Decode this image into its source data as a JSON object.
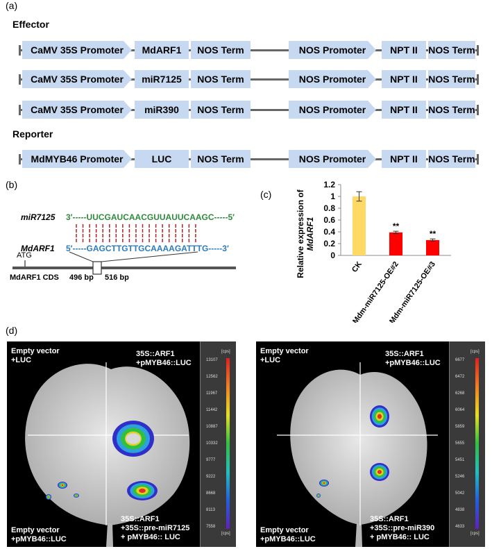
{
  "panels": {
    "a": "(a)",
    "b": "(b)",
    "c": "(c)",
    "d": "(d)"
  },
  "constructs": {
    "effector_label": "Effector",
    "reporter_label": "Reporter",
    "rows": [
      {
        "promoter": "CaMV 35S Promoter",
        "gene": "MdARF1",
        "term": "NOS Term",
        "promoter2": "NOS Promoter",
        "marker": "NPT II",
        "term2": "NOS Term"
      },
      {
        "promoter": "CaMV 35S Promoter",
        "gene": "miR7125",
        "term": "NOS Term",
        "promoter2": "NOS Promoter",
        "marker": "NPT II",
        "term2": "NOS Term"
      },
      {
        "promoter": "CaMV 35S Promoter",
        "gene": "miR390",
        "term": "NOS Term",
        "promoter2": "NOS Promoter",
        "marker": "NPT II",
        "term2": "NOS Term"
      },
      {
        "promoter": "MdMYB46 Promoter",
        "gene": "LUC",
        "term": "NOS Term",
        "promoter2": "NOS Promoter",
        "marker": "NPT II",
        "term2": "NOS Term"
      }
    ]
  },
  "alignment": {
    "mir_name": "miR7125",
    "mir_seq": "3′-----UUCGAUCAACGUUAUUCAAGC-----5′",
    "arf_name": "MdARF1",
    "arf_seq": "5′-----GAGCTTGTTGCAAAAGATTTG-----3′",
    "atg": "ATG",
    "cds_label": "MdARF1 CDS",
    "pos_start": "496 bp",
    "pos_end": "516 bp"
  },
  "chart_data": {
    "type": "bar",
    "categories": [
      "CK",
      "Mdm-miR7125-OE#2",
      "Mdm-miR7125-OE#3"
    ],
    "values": [
      1.0,
      0.39,
      0.26
    ],
    "errors": [
      0.08,
      0.02,
      0.02
    ],
    "significance": [
      "",
      "**",
      "**"
    ],
    "colors": [
      "#ffd966",
      "#ff0000",
      "#ff0000"
    ],
    "ylabel_line1": "Relative expression of",
    "ylabel_line2": "MdARF1",
    "ylim": [
      0,
      1.2
    ],
    "yticks": [
      "0",
      "0.2",
      "0.4",
      "0.6",
      "0.8",
      "1",
      "1.2"
    ]
  },
  "luc_images": [
    {
      "tl": [
        "Empty vector",
        "+LUC"
      ],
      "tr": [
        "35S::ARF1",
        "+pMYB46::LUC"
      ],
      "bl": [
        "Empty vector",
        "+pMYB46::LUC"
      ],
      "br": [
        "35S::ARF1",
        "+35S::pre-miR7125",
        "+ pMYB46:: LUC"
      ],
      "scale_top": "[cps]",
      "scale_bottom": "[cps]",
      "scale": [
        "13107",
        "12562",
        "11967",
        "11442",
        "10887",
        "10332",
        "9777",
        "9222",
        "8668",
        "8113",
        "7558"
      ]
    },
    {
      "tl": [
        "Empty vector",
        "+LUC"
      ],
      "tr": [
        "35S::ARF1",
        "+pMYB46::LUC"
      ],
      "bl": [
        "Empty vector",
        "+pMYB46::LUC"
      ],
      "br": [
        "35S::ARF1",
        "+35S::pre-miR390",
        "+ pMYB46:: LUC"
      ],
      "scale_top": "[cps]",
      "scale_bottom": "[cps]",
      "scale": [
        "6677",
        "6472",
        "6268",
        "6064",
        "5859",
        "5655",
        "5451",
        "5246",
        "5042",
        "4838",
        "4633"
      ]
    }
  ]
}
